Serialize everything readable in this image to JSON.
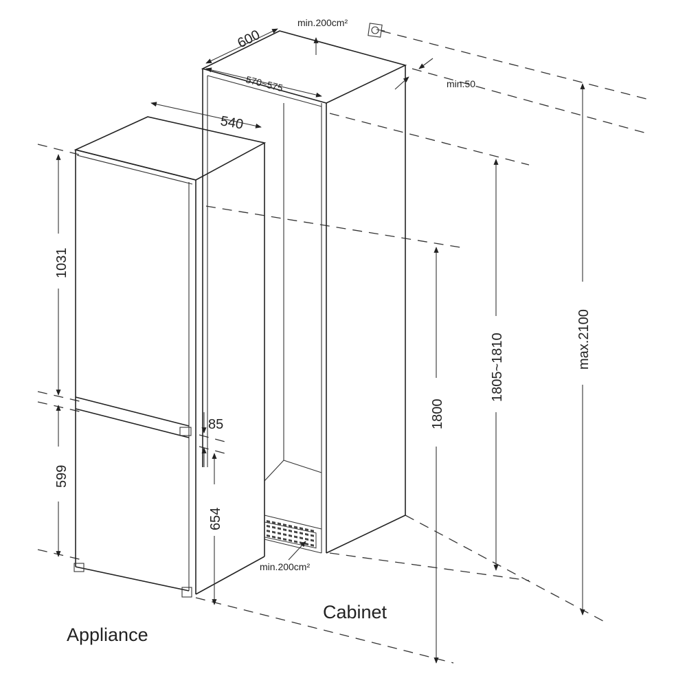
{
  "diagram": {
    "title_appliance": "Appliance",
    "title_cabinet": "Cabinet",
    "dimensions": {
      "cabinet_depth": "600",
      "cabinet_inner_width": "570~575",
      "appliance_depth": "540",
      "top_vent": "min.200cm²",
      "rear_gap": "min.50",
      "upper_door": "1031",
      "lower_door": "599",
      "gap": "85",
      "lower_height": "654",
      "appliance_height": "1800",
      "niche_height": "1805~1810",
      "max_height": "max.2100",
      "bottom_vent": "min.200cm²"
    }
  }
}
